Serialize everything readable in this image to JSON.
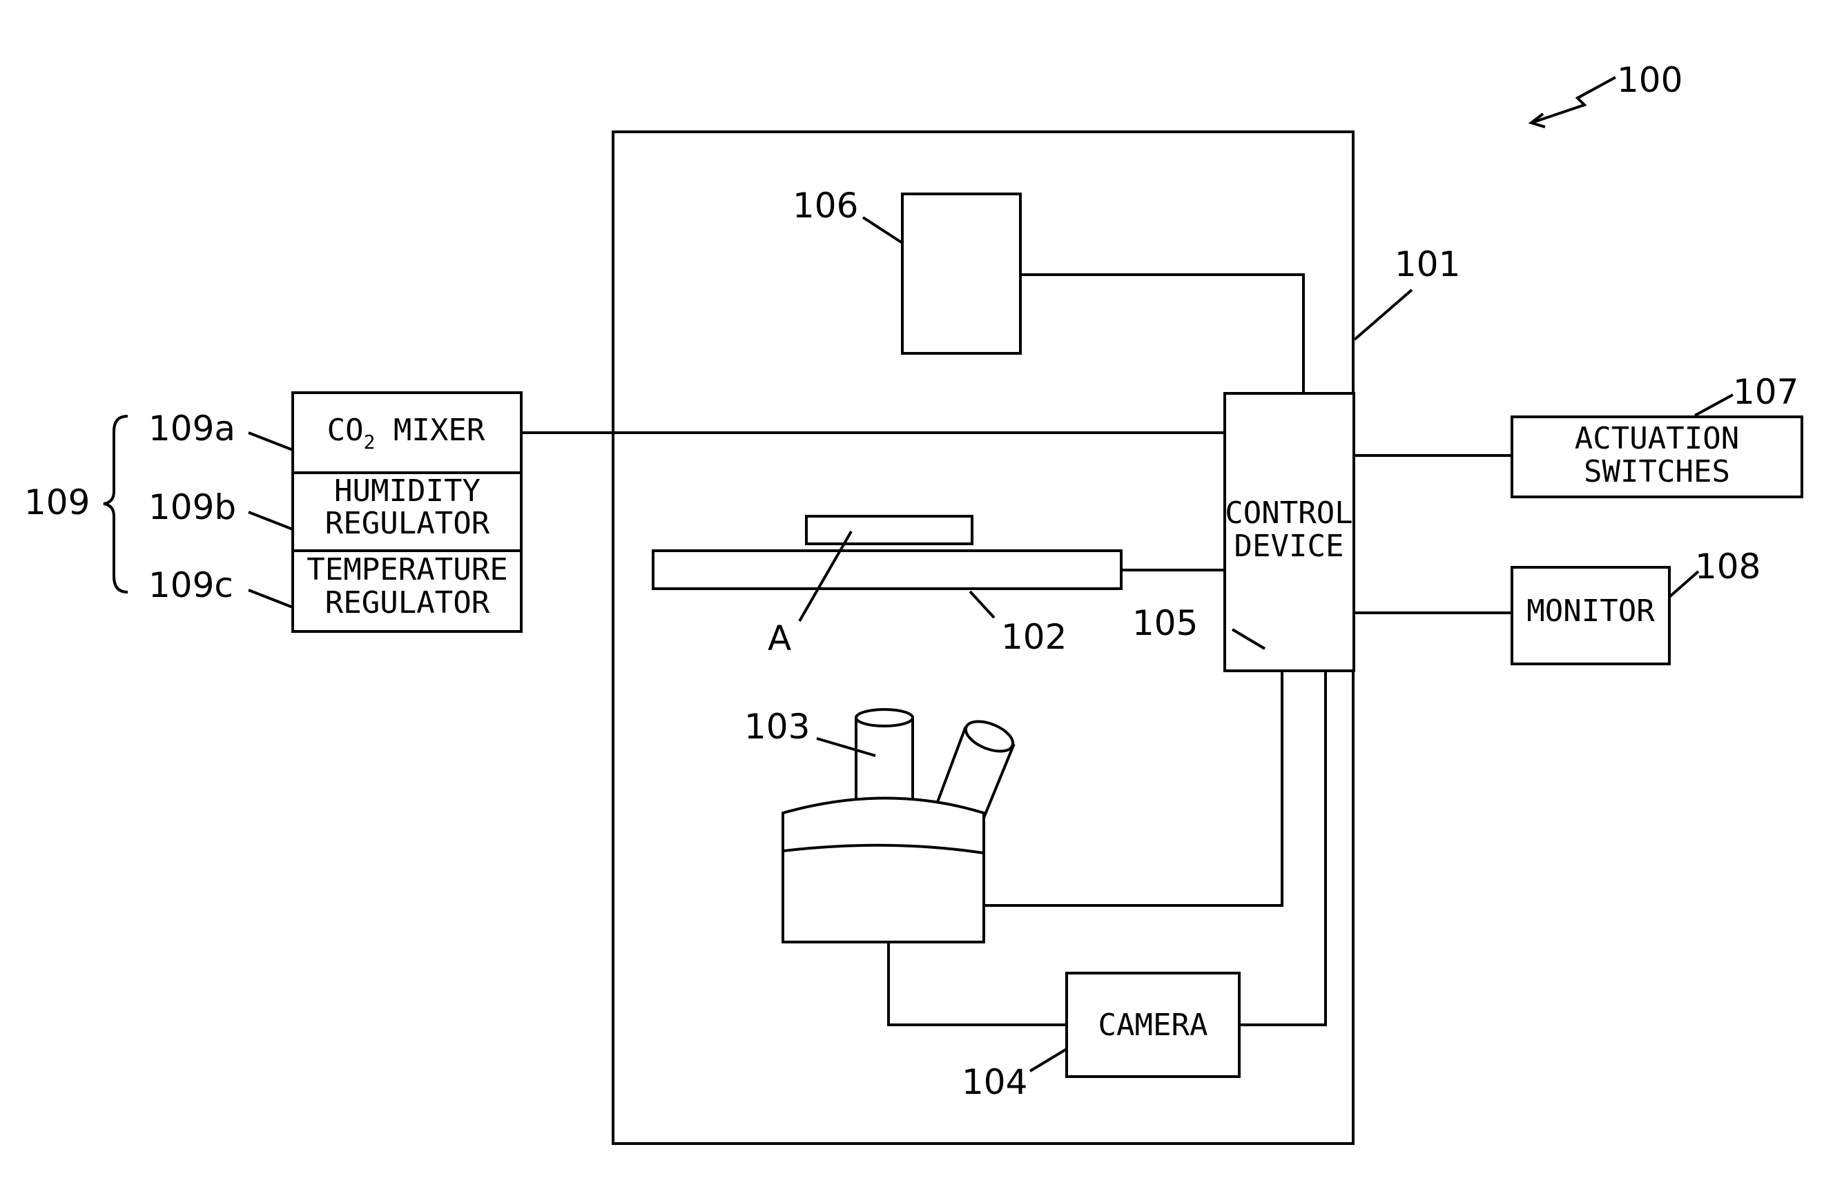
{
  "refs": {
    "system": "100",
    "enclosure": "101",
    "stage": "102",
    "microscope": "103",
    "camera": "104",
    "control_device": "105",
    "unit_106": "106",
    "actuation_switches": "107",
    "monitor": "108",
    "environment_group": "109",
    "co2_mixer": "109a",
    "humidity_regulator": "109b",
    "temperature_regulator": "109c",
    "specimen": "A"
  },
  "labels": {
    "co2_mixer_prefix": "CO",
    "co2_mixer_subscript": "2",
    "co2_mixer_suffix": " MIXER",
    "humidity_line1": "HUMIDITY",
    "humidity_line2": "REGULATOR",
    "temperature_line1": "TEMPERATURE",
    "temperature_line2": "REGULATOR",
    "control_line1": "CONTROL",
    "control_line2": "DEVICE",
    "actuation_line1": "ACTUATION",
    "actuation_line2": "SWITCHES",
    "monitor": "MONITOR",
    "camera": "CAMERA"
  }
}
